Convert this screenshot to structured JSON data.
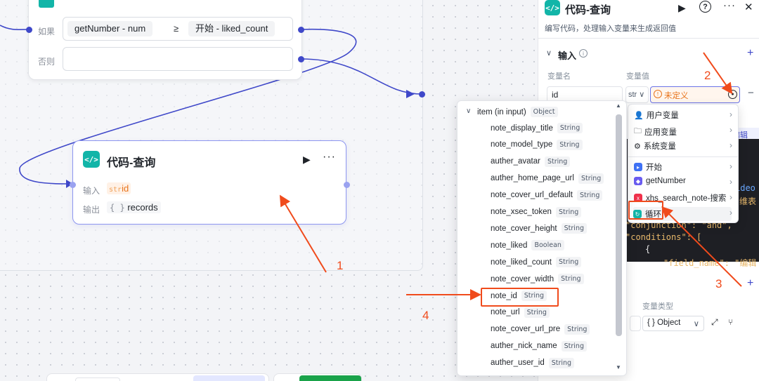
{
  "condition_node": {
    "if_label": "如果",
    "else_label": "否则",
    "left_operand": "getNumber  -  num",
    "operator": "≥",
    "right_operand": "开始  -  liked_count"
  },
  "code_node": {
    "title": "代码-查询",
    "input_label": "输入",
    "input_type_tag": "str",
    "input_var": "id",
    "output_label": "输出",
    "output_type_tag": "{ }",
    "output_var": "records"
  },
  "side_panel": {
    "title": "代码-查询",
    "description": "编写代码，处理输入变量来生成返回值",
    "input_section": "输入",
    "col_var_name": "变量名",
    "col_var_value": "变量值",
    "input_name_value": "id",
    "input_type_value": "str",
    "undefined_label": "未定义",
    "edit_label": "编辑",
    "col_var_type": "变量类型",
    "output_type_value": "{ } Object",
    "code_lines": [
      "ideo",
      "多维表",
      "\"conjunction\": \"and\",",
      "\"conditions\": [",
      "{",
      "\"field_name\": \"编辑"
    ]
  },
  "source_menu": {
    "items": [
      "用户变量",
      "应用变量",
      "系统变量",
      "开始",
      "getNumber",
      "xhs_search_note-搜索",
      "循环"
    ]
  },
  "variable_list": {
    "root_name": "item (in input)",
    "root_type": "Object",
    "items": [
      {
        "name": "note_display_title",
        "type": "String"
      },
      {
        "name": "note_model_type",
        "type": "String"
      },
      {
        "name": "auther_avatar",
        "type": "String"
      },
      {
        "name": "auther_home_page_url",
        "type": "String"
      },
      {
        "name": "note_cover_url_default",
        "type": "String"
      },
      {
        "name": "note_xsec_token",
        "type": "String"
      },
      {
        "name": "note_cover_height",
        "type": "String"
      },
      {
        "name": "note_liked",
        "type": "Boolean"
      },
      {
        "name": "note_liked_count",
        "type": "String"
      },
      {
        "name": "note_cover_width",
        "type": "String"
      },
      {
        "name": "note_id",
        "type": "String"
      },
      {
        "name": "note_url",
        "type": "String"
      },
      {
        "name": "note_cover_url_pre",
        "type": "String"
      },
      {
        "name": "auther_nick_name",
        "type": "String"
      },
      {
        "name": "auther_user_id",
        "type": "String"
      }
    ]
  },
  "annotations": [
    "1",
    "2",
    "3",
    "4"
  ],
  "colors": {
    "accent": "#3f48c9",
    "annotation": "#f04b1c",
    "code_icon": "#12b5a8",
    "warning": "#f0a15a"
  }
}
